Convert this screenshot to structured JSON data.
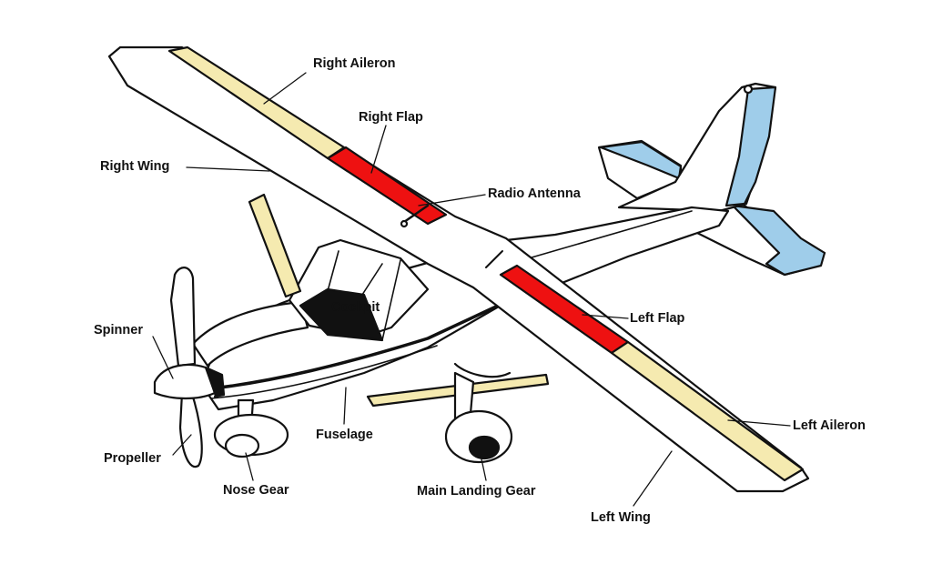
{
  "colors": {
    "aileron": "#f5eab0",
    "flap": "#ee1111",
    "tail_control": "#9fcdea",
    "strut": "#f5eab0",
    "outline": "#111111",
    "fill": "#ffffff"
  },
  "labels": {
    "right_aileron": "Right Aileron",
    "right_flap": "Right Flap",
    "right_wing": "Right Wing",
    "radio_antenna": "Radio Antenna",
    "cockpit": "Cockpit",
    "left_flap": "Left Flap",
    "spinner": "Spinner",
    "left_aileron": "Left Aileron",
    "fuselage": "Fuselage",
    "propeller": "Propeller",
    "nose_gear": "Nose Gear",
    "main_landing_gear": "Main Landing Gear",
    "left_wing": "Left Wing"
  }
}
